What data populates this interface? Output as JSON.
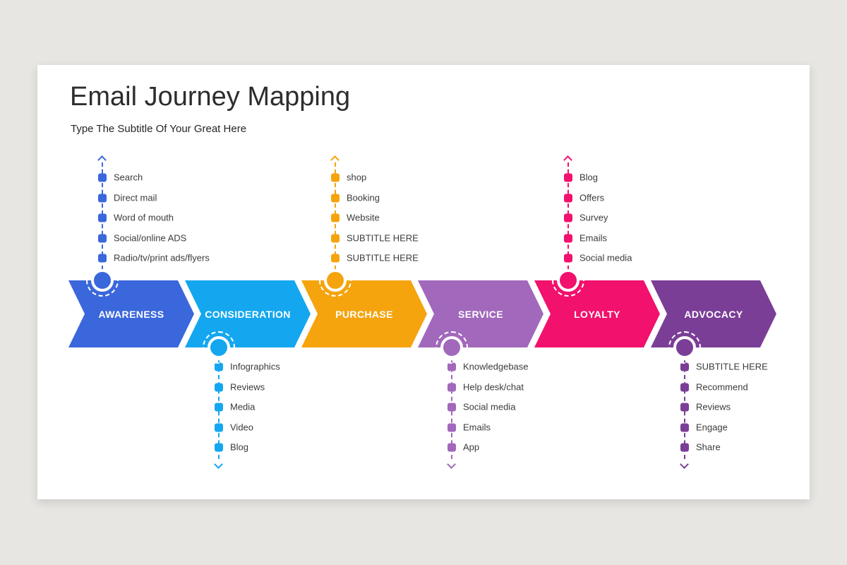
{
  "title": "Email Journey Mapping",
  "subtitle": "Type The Subtitle Of Your Great Here",
  "colors": {
    "page_background": "#e8e6e3",
    "slide_background": "#ffffff",
    "title_text": "#2d2d2d",
    "item_text": "#3b3b3b",
    "stage_label_text": "#ffffff"
  },
  "stages": [
    {
      "label": "AWARENESS",
      "color": "#3b67dc",
      "side": "top",
      "items": [
        "Search",
        "Direct mail",
        "Word of mouth",
        "Social/online ADS",
        "Radio/tv/print ads/flyers"
      ]
    },
    {
      "label": "CONSIDERATION",
      "color": "#14a7ef",
      "side": "bottom",
      "items": [
        "Infographics",
        "Reviews",
        "Media",
        "Video",
        "Blog"
      ]
    },
    {
      "label": "PURCHASE",
      "color": "#f5a40e",
      "side": "top",
      "items": [
        "shop",
        "Booking",
        "Website",
        "SUBTITLE HERE",
        "SUBTITLE HERE"
      ]
    },
    {
      "label": "SERVICE",
      "color": "#a168bc",
      "side": "bottom",
      "items": [
        "Knowledgebase",
        "Help desk/chat",
        "Social media",
        "Emails",
        "App"
      ]
    },
    {
      "label": "LOYALTY",
      "color": "#f2116c",
      "side": "top",
      "items": [
        "Blog",
        "Offers",
        "Survey",
        "Emails",
        "Social media"
      ]
    },
    {
      "label": "ADVOCACY",
      "color": "#7b3e97",
      "side": "bottom",
      "items": [
        "SUBTITLE HERE",
        "Recommend",
        "Reviews",
        "Engage",
        "Share"
      ]
    }
  ]
}
